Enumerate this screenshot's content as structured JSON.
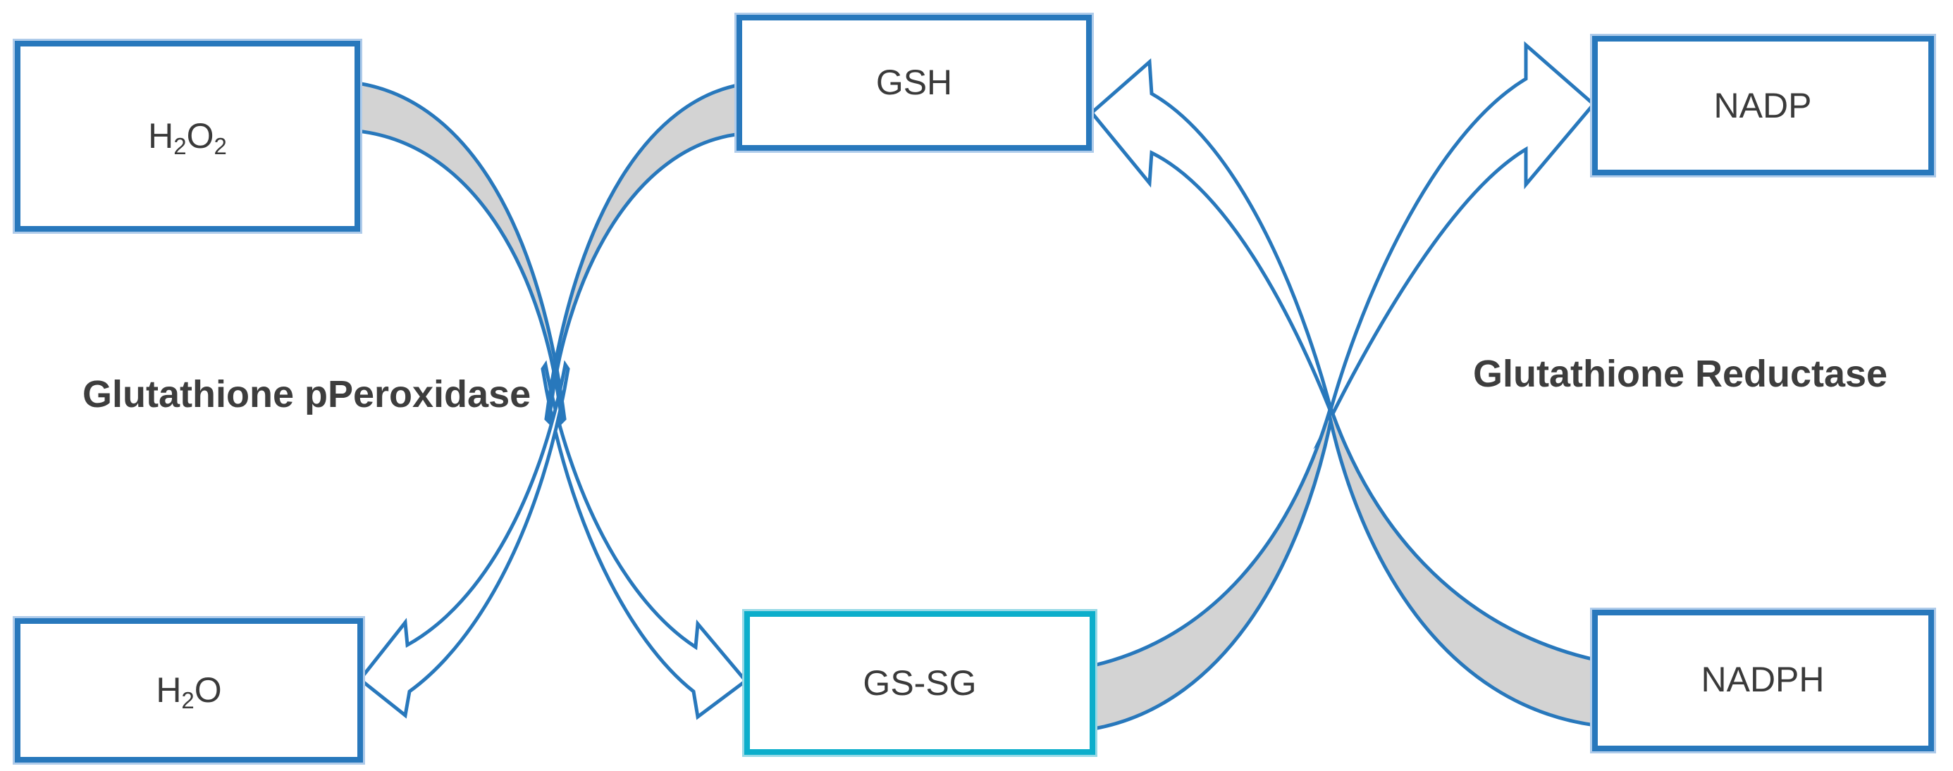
{
  "diagram": {
    "type": "biochemical-pathway",
    "background": "#FFFFFF",
    "enzyme_labels": {
      "left": "Glutathione pPeroxidase",
      "right": "Glutathione Reductase"
    },
    "boxes": {
      "h2o2": {
        "formula": "H2O2",
        "parts": {
          "a": "H",
          "a_sub": "2",
          "b": "O",
          "b_sub": "2"
        }
      },
      "gsh": {
        "label": "GSH"
      },
      "nadp": {
        "label": "NADP"
      },
      "h2o": {
        "formula": "H2O",
        "parts": {
          "a": "H",
          "a_sub": "2",
          "b": "O"
        }
      },
      "gssg": {
        "label": "GS-SG"
      },
      "nadph": {
        "label": "NADPH"
      }
    },
    "relations": [
      {
        "from": "H2O2",
        "to": "GS-SG",
        "via": "Glutathione pPeroxidase",
        "style": "gray-to-white-curved-arrow"
      },
      {
        "from": "GSH",
        "to": "H2O",
        "via": "Glutathione pPeroxidase",
        "style": "gray-to-white-curved-arrow"
      },
      {
        "from": "GS-SG",
        "to": "NADP",
        "via": "Glutathione Reductase",
        "style": "gray-to-white-curved-arrow"
      },
      {
        "from": "NADPH",
        "to": "GSH",
        "via": "Glutathione Reductase",
        "style": "gray-to-white-curved-arrow"
      }
    ],
    "colors": {
      "box_border": "#2878BC",
      "box_halo": "#AECBEA",
      "gssg_border": "#0CAECB",
      "gssg_halo": "#96D9E6",
      "arrow_stroke": "#2878BC",
      "ribbon_fill": "#D3D3D3",
      "box_label": "#3A3A3A",
      "enzyme_label": "#3D3D3D",
      "background": "#FFFFFF"
    }
  }
}
